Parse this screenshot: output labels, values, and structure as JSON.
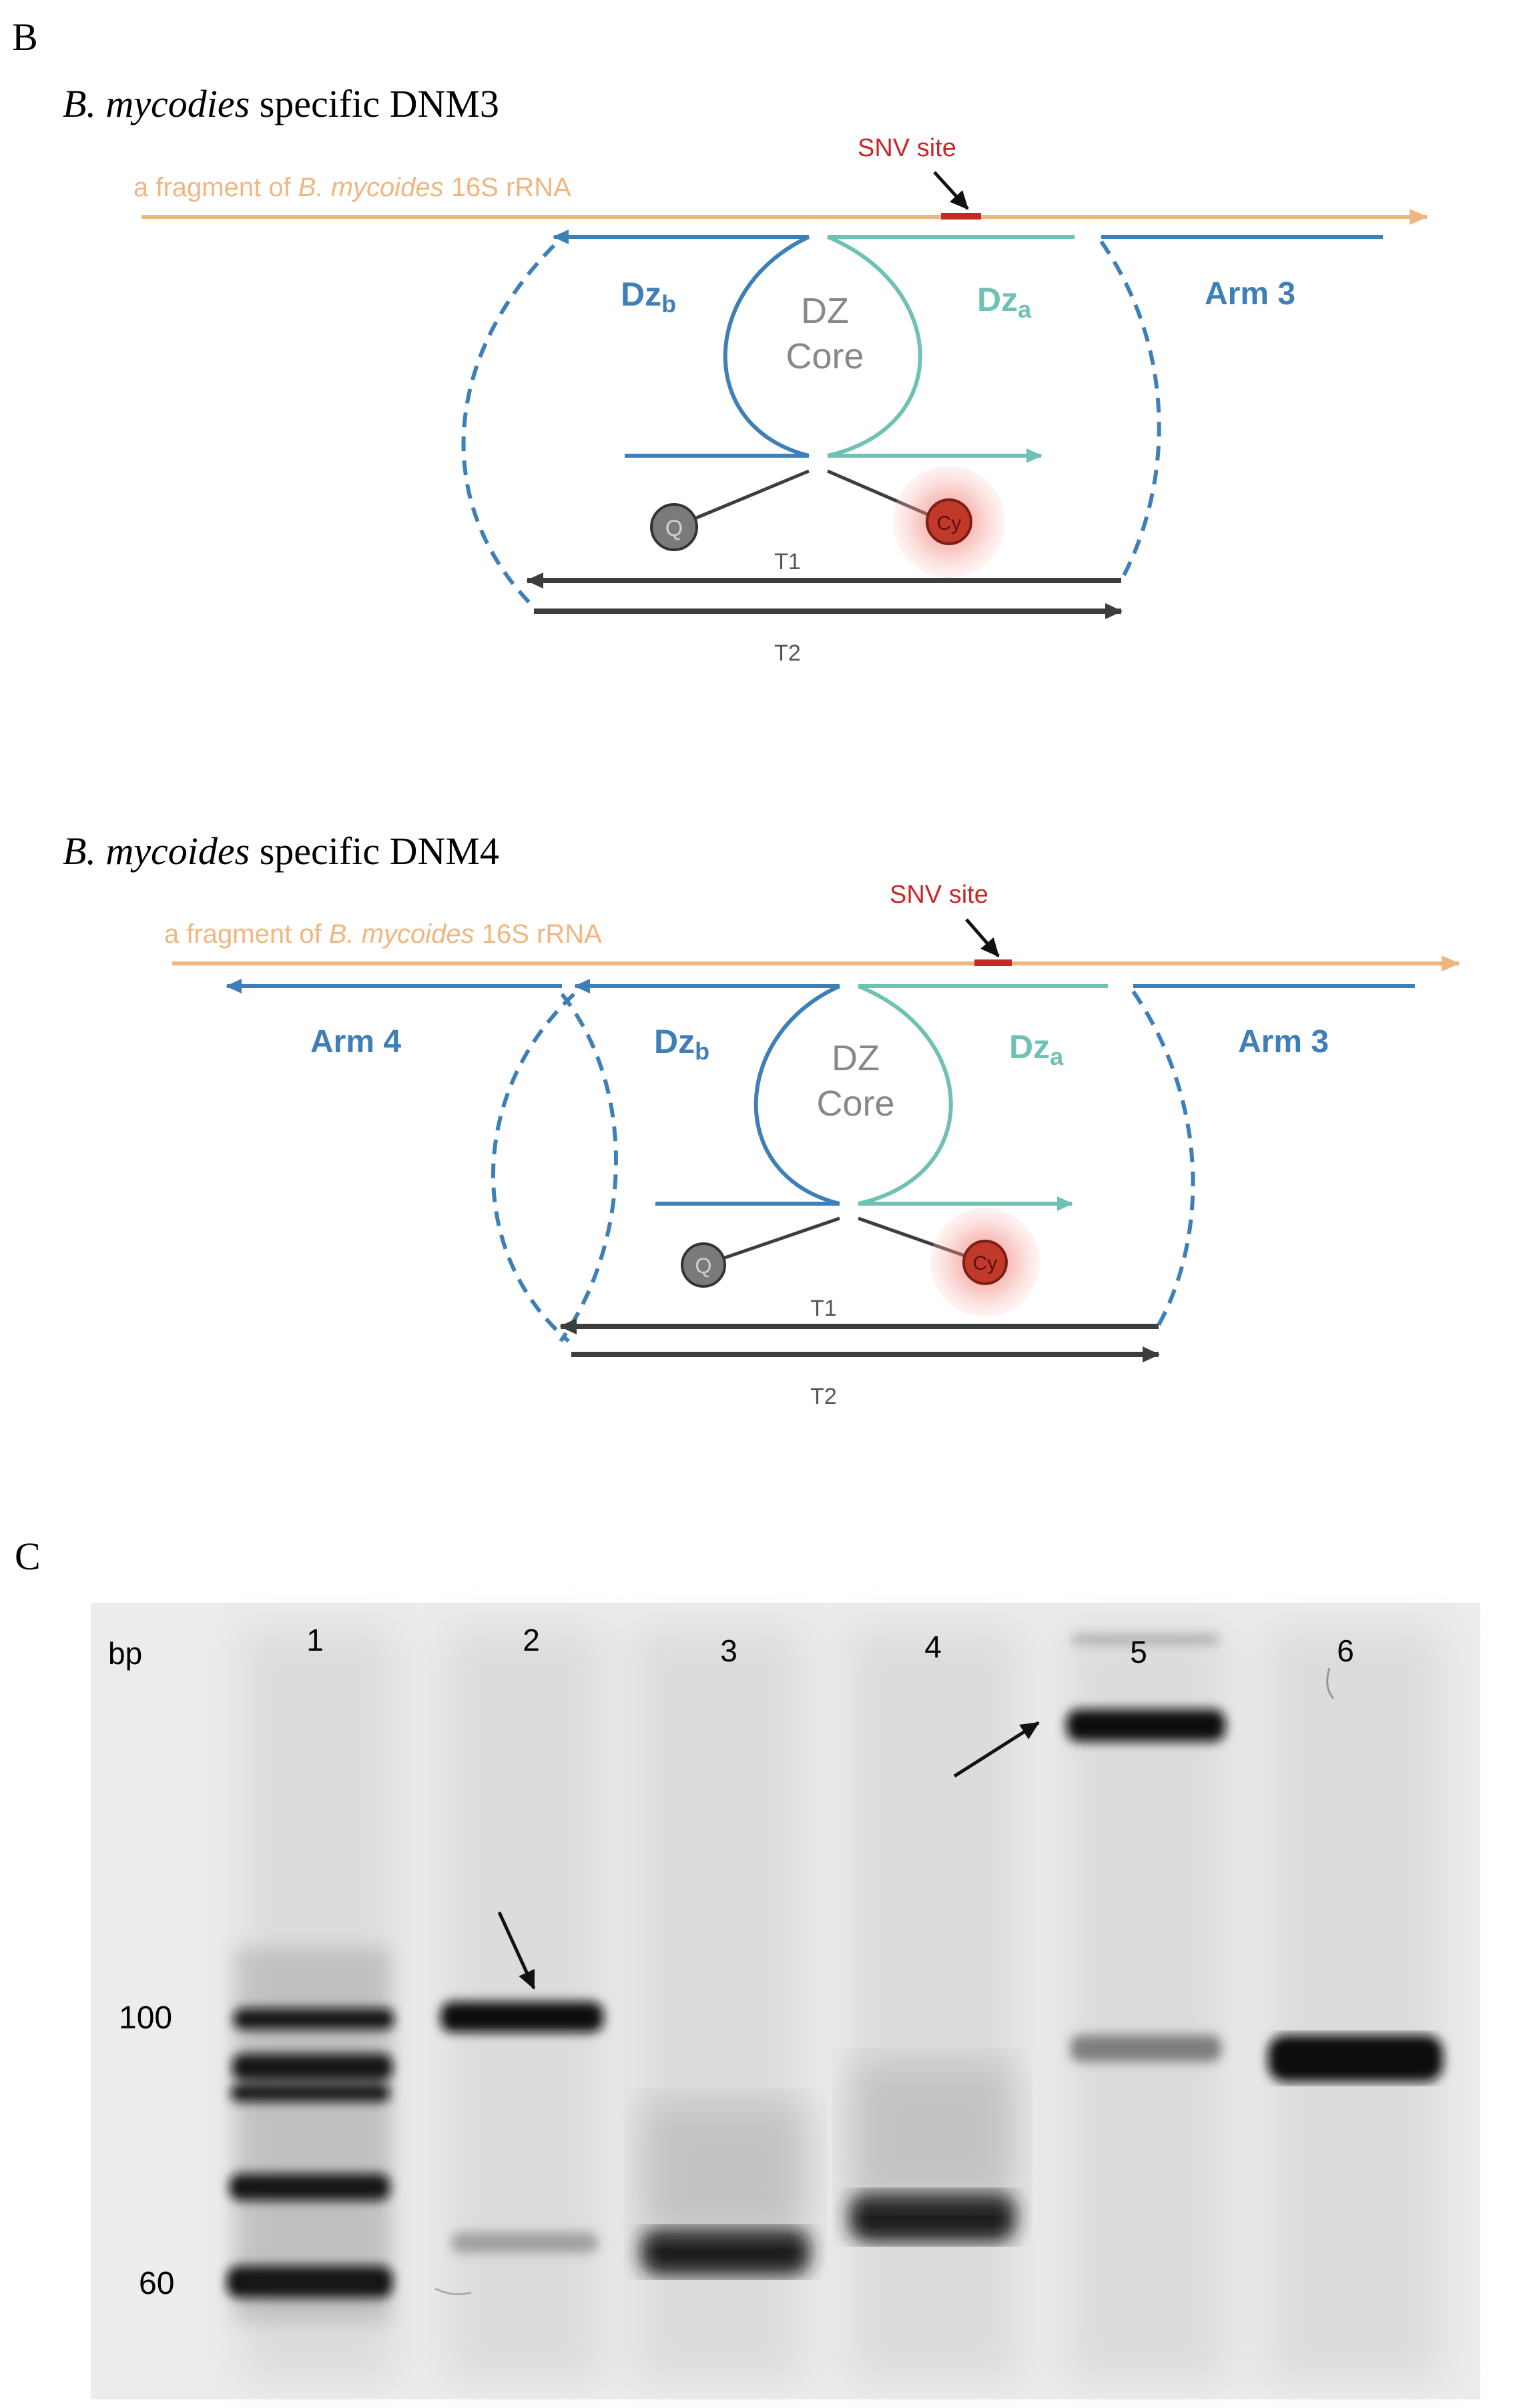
{
  "panel_b": {
    "label": "B",
    "dnm3": {
      "title_species": "B. mycodies",
      "title_rest": " specific DNM3",
      "rna_prefix": "a fragment of ",
      "rna_species": "B. mycoides",
      "rna_suffix": " 16S rRNA",
      "snv_label": "SNV site",
      "dzb_main": "Dz",
      "dzb_sub": "b",
      "dza_main": "Dz",
      "dza_sub": "a",
      "core_line1": "DZ",
      "core_line2": "Core",
      "arm_right": "Arm 3",
      "quencher": "Q",
      "fluor": "Cy",
      "t1": "T1",
      "t2": "T2"
    },
    "dnm4": {
      "title_species": "B. mycoides",
      "title_rest": " specific DNM4",
      "rna_prefix": "a fragment of ",
      "rna_species": "B. mycoides",
      "rna_suffix": " 16S rRNA",
      "snv_label": "SNV site",
      "arm_left": "Arm 4",
      "dzb_main": "Dz",
      "dzb_sub": "b",
      "dza_main": "Dz",
      "dza_sub": "a",
      "core_line1": "DZ",
      "core_line2": "Core",
      "arm_right": "Arm 3",
      "quencher": "Q",
      "fluor": "Cy",
      "t1": "T1",
      "t2": "T2"
    }
  },
  "panel_c": {
    "label": "C",
    "unit": "bp",
    "lanes": [
      "1",
      "2",
      "3",
      "4",
      "5",
      "6"
    ],
    "markers": [
      "100",
      "60"
    ]
  },
  "colors": {
    "rna": "#f0b67f",
    "arm_blue": "#3f7fb8",
    "teal": "#6fc2b3",
    "snv_red": "#c62828",
    "dark_line": "#3d3d3d",
    "cy_red": "#c0392b",
    "q_grey": "#7a7a7a"
  }
}
